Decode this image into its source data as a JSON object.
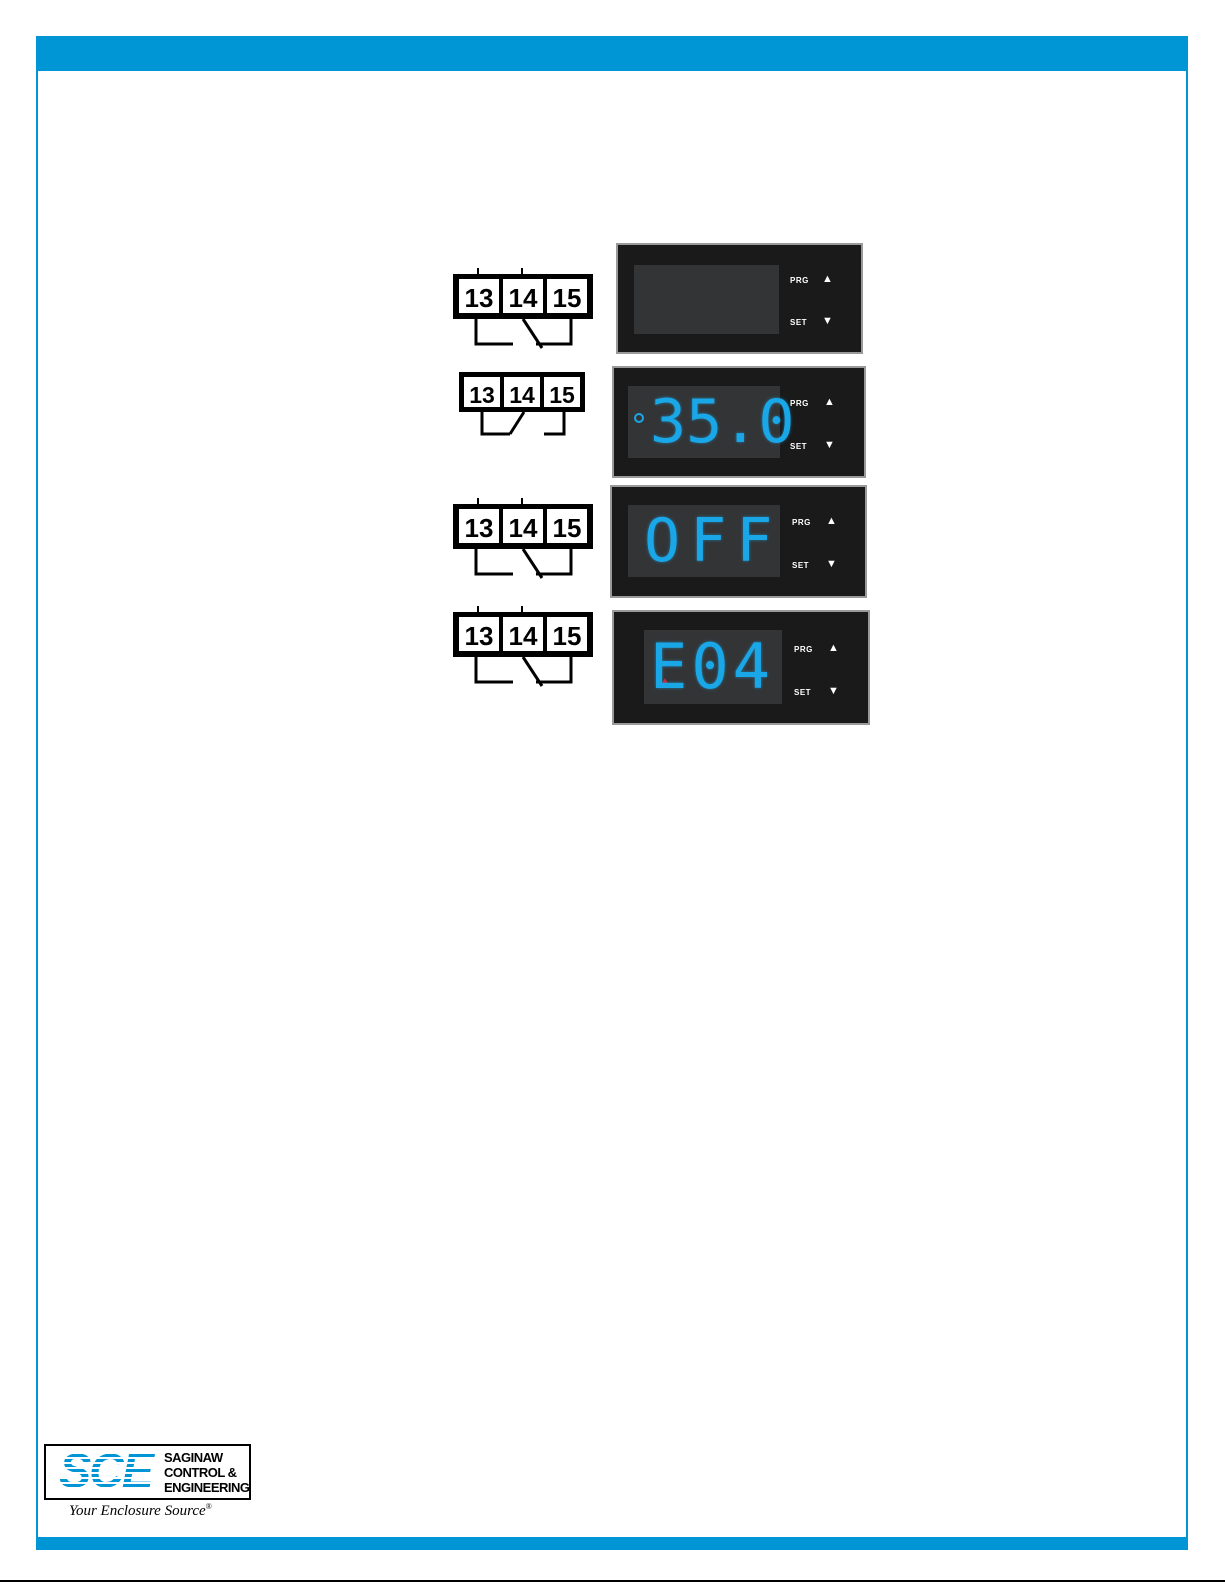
{
  "terminals": [
    {
      "labels": [
        "13",
        "14",
        "15"
      ],
      "state": "normal"
    },
    {
      "labels": [
        "13",
        "14",
        "15"
      ],
      "state": "switched"
    },
    {
      "labels": [
        "13",
        "14",
        "15"
      ],
      "state": "normal"
    },
    {
      "labels": [
        "13",
        "14",
        "15"
      ],
      "state": "normal"
    }
  ],
  "panels": [
    {
      "display": "",
      "prg_label": "PRG",
      "set_label": "SET",
      "up_icon": "up-arrow-icon",
      "down_icon": "down-arrow-icon"
    },
    {
      "display": "35.0",
      "prg_label": "PRG",
      "set_label": "SET",
      "indicator": "blue-dot"
    },
    {
      "display": "OFF",
      "prg_label": "PRG",
      "set_label": "SET"
    },
    {
      "display": "E04",
      "prg_label": "PRG",
      "set_label": "SET",
      "indicator": "red-alarm"
    }
  ],
  "colors": {
    "accent": "#0096d6",
    "lcd_digit": "#1aa7e8",
    "alarm": "#d3232a"
  },
  "logo": {
    "mark": "SCE",
    "line1": "SAGINAW",
    "line2": "CONTROL &",
    "line3": "ENGINEERING",
    "tagline": "Your Enclosure Source",
    "registered": "®"
  }
}
